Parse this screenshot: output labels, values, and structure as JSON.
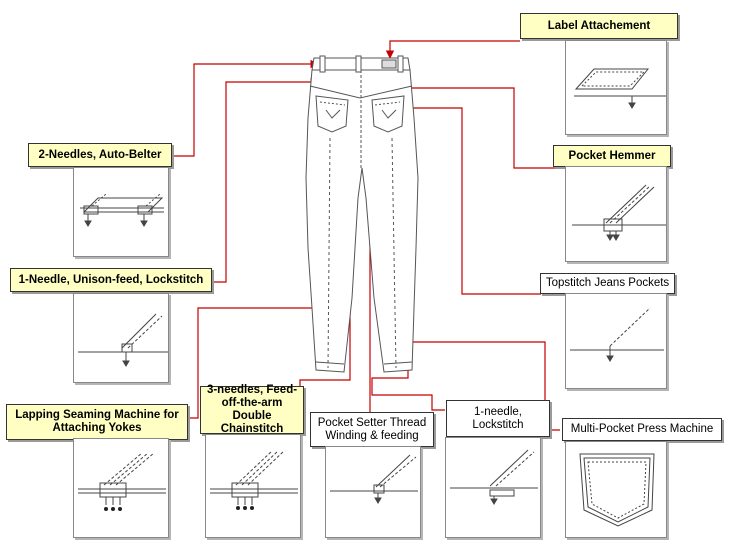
{
  "labels": {
    "label_attachement": "Label Attachement",
    "pocket_hemmer": "Pocket Hemmer",
    "two_needles_belter": "2-Needles, Auto-Belter",
    "one_needle_unison": "1-Needle, Unison-feed, Lockstitch",
    "topstitch_pockets": "Topstitch Jeans Pockets",
    "lapping_seaming": "Lapping Seaming Machine for Attaching Yokes",
    "three_needles": "3-needles, Feed-off-the-arm Double Chainstitch",
    "pocket_setter": "Pocket Setter Thread Winding & feeding",
    "one_needle_lockstitch": "1-needle, Lockstitch",
    "multi_pocket_press": "Multi-Pocket Press Machine"
  },
  "colors": {
    "connector": "#c40000",
    "highlight_fill": "#ffffc4",
    "outline": "#333333"
  }
}
